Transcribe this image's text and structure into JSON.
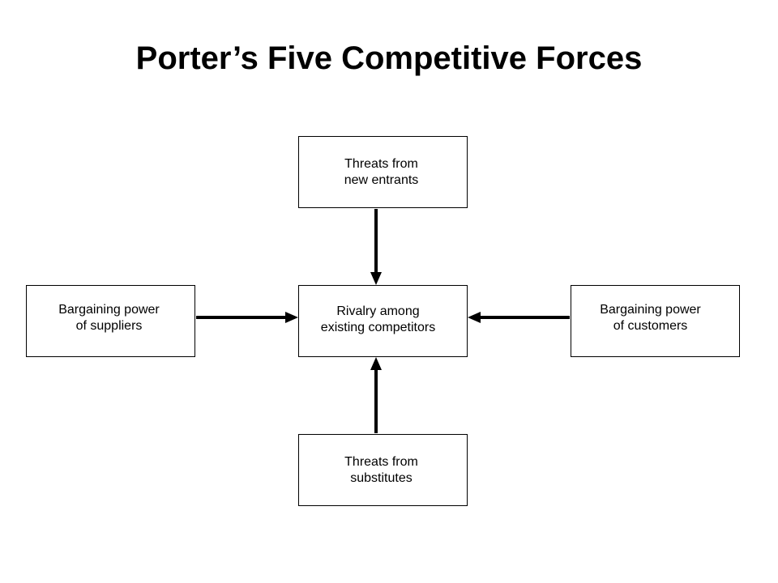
{
  "title": "Porter’s Five Competitive Forces",
  "nodes": {
    "top": {
      "line1": "Threats from",
      "line2": "new entrants"
    },
    "center": {
      "line1": "Rivalry among",
      "line2": "existing competitors"
    },
    "left": {
      "line1": "Bargaining power",
      "line2": "of suppliers"
    },
    "right": {
      "line1": "Bargaining power",
      "line2": "of customers"
    },
    "bottom": {
      "line1": "Threats from",
      "line2": "substitutes"
    }
  },
  "edges": [
    {
      "from": "top",
      "to": "center"
    },
    {
      "from": "left",
      "to": "center"
    },
    {
      "from": "right",
      "to": "center"
    },
    {
      "from": "bottom",
      "to": "center"
    }
  ]
}
